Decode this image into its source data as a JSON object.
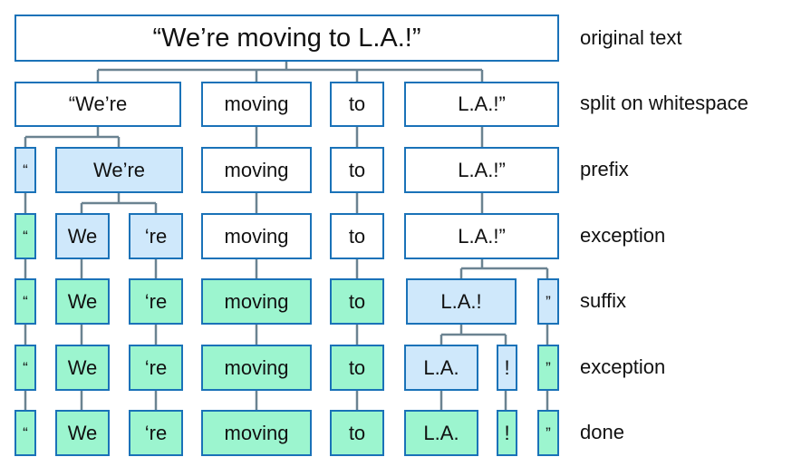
{
  "title_text": "“We’re moving to L.A.!”",
  "row_labels": [
    "original text",
    "split on whitespace",
    "prefix",
    "exception",
    "suffix",
    "exception",
    "done"
  ],
  "tokens": {
    "open_quote": "“",
    "we_re_quoted": "“We’re",
    "we_re": "We’re",
    "we": "We",
    "re": "‘re",
    "moving": "moving",
    "to": "to",
    "la_full": "L.A.!”",
    "la_bang": "L.A.!",
    "la": "L.A.",
    "bang": "!",
    "close_quote": "”"
  },
  "colors": {
    "border": "#1a72b8",
    "connector": "#6b8391",
    "new_token_fill": "#cfe8fb",
    "final_token_fill": "#9cf5cf",
    "pending_fill": "#ffffff"
  }
}
